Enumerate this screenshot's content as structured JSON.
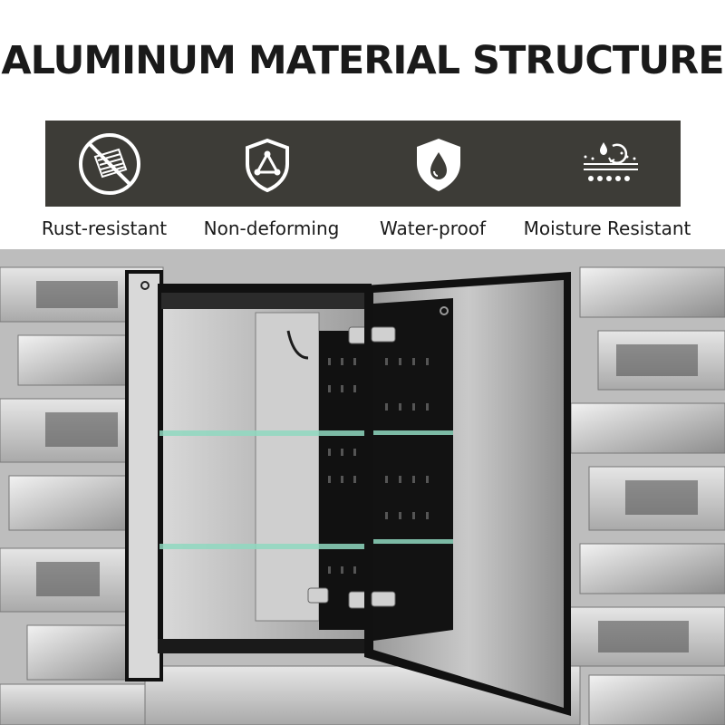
{
  "title": "ALUMINUM MATERIAL STRUCTURE",
  "features": [
    {
      "label": "Rust-resistant",
      "icon": "no-rust-icon"
    },
    {
      "label": "Non-deforming",
      "icon": "shield-triangle-icon"
    },
    {
      "label": "Water-proof",
      "icon": "water-drop-shield-icon"
    },
    {
      "label": "Moisture Resistant",
      "icon": "moisture-resistant-icon"
    }
  ],
  "colors": {
    "feature_bar": "#3d3c37",
    "icon": "#ffffff",
    "text": "#1a1a1a"
  }
}
